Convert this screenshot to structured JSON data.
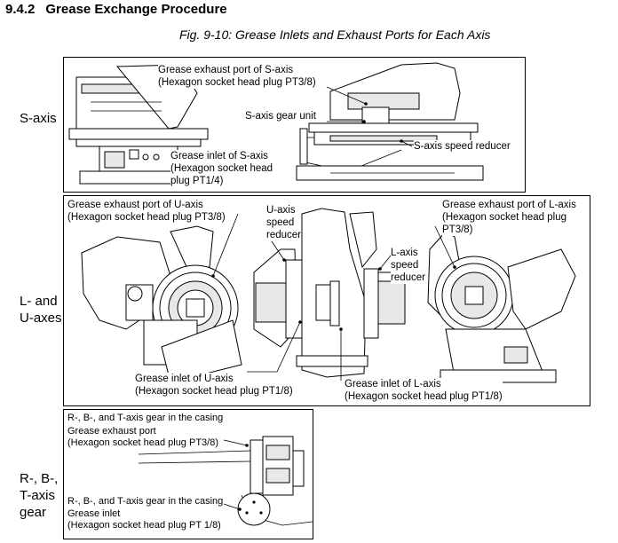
{
  "section": {
    "number": "9.4.2",
    "title": "Grease Exchange Procedure"
  },
  "figure": {
    "caption": "Fig. 9-10: Grease Inlets and Exhaust Ports for Each Axis"
  },
  "axes": {
    "s": {
      "label": "S-axis",
      "exhaust_line1": "Grease exhaust port of S-axis",
      "exhaust_line2": "(Hexagon socket head plug PT3/8)",
      "gear_unit": "S-axis gear unit",
      "speed_reducer": "S-axis speed reducer",
      "inlet_line1": "Grease inlet of S-axis",
      "inlet_line2": "(Hexagon socket head",
      "inlet_line3": "plug PT1/4)"
    },
    "lu": {
      "label_line1": "L- and",
      "label_line2": "U-axes",
      "u_exhaust_line1": "Grease exhaust port of U-axis",
      "u_exhaust_line2": "(Hexagon socket head plug PT3/8)",
      "u_reducer_line1": "U-axis",
      "u_reducer_line2": "speed",
      "u_reducer_line3": "reducer",
      "l_exhaust_line1": "Grease exhaust port of L-axis",
      "l_exhaust_line2": "(Hexagon socket head plug",
      "l_exhaust_line3": "PT3/8)",
      "l_reducer_line1": "L-axis",
      "l_reducer_line2": "speed",
      "l_reducer_line3": "reducer",
      "u_inlet_line1": "Grease inlet of U-axis",
      "u_inlet_line2": "(Hexagon socket head plug PT1/8)",
      "l_inlet_line1": "Grease inlet of L-axis",
      "l_inlet_line2": "(Hexagon socket head plug PT1/8)"
    },
    "rbt": {
      "label_line1": "R-, B-,",
      "label_line2": "T-axis",
      "label_line3": "gear",
      "casing_top": "R-, B-, and T-axis gear in the casing",
      "exhaust_line1": "Grease exhaust port",
      "exhaust_line2": "(Hexagon socket head plug PT3/8)",
      "casing_bottom": "R-, B-, and T-axis gear in the casing",
      "inlet_line1": "Grease inlet",
      "inlet_line2": "(Hexagon socket head plug PT 1/8)"
    }
  }
}
